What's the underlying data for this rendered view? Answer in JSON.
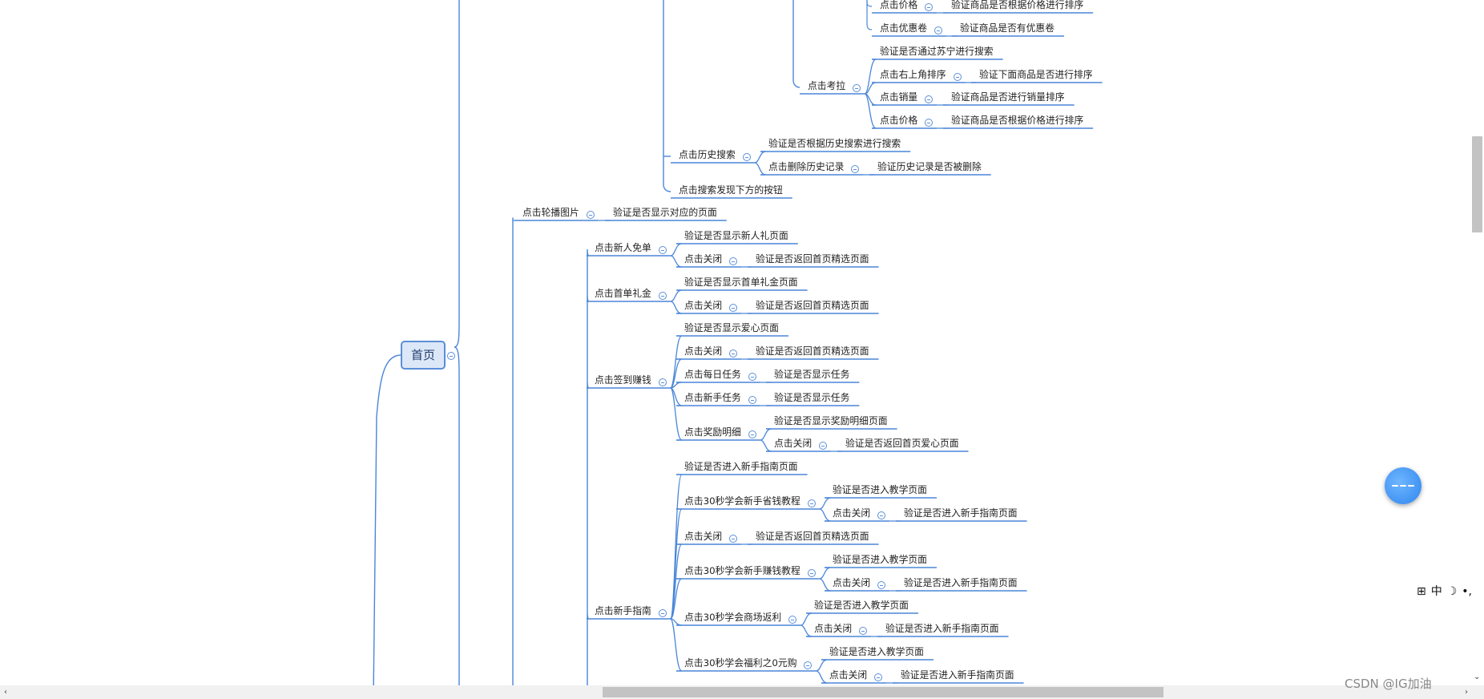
{
  "mindmap": {
    "root": {
      "id": "r",
      "label": "首页"
    },
    "nodes": [
      {
        "id": "n1",
        "label": "点击价格"
      },
      {
        "id": "n2",
        "label": "验证商品是否根据价格进行排序"
      },
      {
        "id": "n3",
        "label": "点击优惠卷"
      },
      {
        "id": "n4",
        "label": "验证商品是否有优惠卷"
      },
      {
        "id": "n5",
        "label": "点击考拉"
      },
      {
        "id": "n6",
        "label": "验证是否通过苏宁进行搜索"
      },
      {
        "id": "n7",
        "label": "点击右上角排序"
      },
      {
        "id": "n8",
        "label": "验证下面商品是否进行排序"
      },
      {
        "id": "n9",
        "label": "点击销量"
      },
      {
        "id": "n10",
        "label": "验证商品是否进行销量排序"
      },
      {
        "id": "n11",
        "label": "点击价格"
      },
      {
        "id": "n12",
        "label": "验证商品是否根据价格进行排序"
      },
      {
        "id": "n13",
        "label": "点击历史搜索"
      },
      {
        "id": "n14",
        "label": "验证是否根据历史搜索进行搜索"
      },
      {
        "id": "n15",
        "label": "点击删除历史记录"
      },
      {
        "id": "n16",
        "label": "验证历史记录是否被删除"
      },
      {
        "id": "n17",
        "label": "点击搜索发现下方的按钮"
      },
      {
        "id": "n18",
        "label": "点击轮播图片"
      },
      {
        "id": "n19",
        "label": "验证是否显示对应的页面"
      },
      {
        "id": "n20",
        "label": "点击新人免单"
      },
      {
        "id": "n21",
        "label": "验证是否显示新人礼页面"
      },
      {
        "id": "n22",
        "label": "点击关闭"
      },
      {
        "id": "n23",
        "label": "验证是否返回首页精选页面"
      },
      {
        "id": "n24",
        "label": "点击首单礼金"
      },
      {
        "id": "n25",
        "label": "验证是否显示首单礼金页面"
      },
      {
        "id": "n26",
        "label": "点击关闭"
      },
      {
        "id": "n27",
        "label": "验证是否返回首页精选页面"
      },
      {
        "id": "n28",
        "label": "点击签到赚钱"
      },
      {
        "id": "n29",
        "label": "验证是否显示爱心页面"
      },
      {
        "id": "n30",
        "label": "点击关闭"
      },
      {
        "id": "n31",
        "label": "验证是否返回首页精选页面"
      },
      {
        "id": "n32",
        "label": "点击每日任务"
      },
      {
        "id": "n33",
        "label": "验证是否显示任务"
      },
      {
        "id": "n34",
        "label": "点击新手任务"
      },
      {
        "id": "n35",
        "label": "验证是否显示任务"
      },
      {
        "id": "n36",
        "label": "点击奖励明细"
      },
      {
        "id": "n37",
        "label": "验证是否显示奖励明细页面"
      },
      {
        "id": "n38",
        "label": "点击关闭"
      },
      {
        "id": "n39",
        "label": "验证是否返回首页爱心页面"
      },
      {
        "id": "n40",
        "label": "点击新手指南"
      },
      {
        "id": "n41",
        "label": "验证是否进入新手指南页面"
      },
      {
        "id": "n42",
        "label": "点击30秒学会新手省钱教程"
      },
      {
        "id": "n43",
        "label": "验证是否进入教学页面"
      },
      {
        "id": "n44",
        "label": "点击关闭"
      },
      {
        "id": "n45",
        "label": "验证是否进入新手指南页面"
      },
      {
        "id": "n46",
        "label": "点击关闭"
      },
      {
        "id": "n47",
        "label": "验证是否返回首页精选页面"
      },
      {
        "id": "n48",
        "label": "点击30秒学会新手赚钱教程"
      },
      {
        "id": "n49",
        "label": "验证是否进入教学页面"
      },
      {
        "id": "n50",
        "label": "点击关闭"
      },
      {
        "id": "n51",
        "label": "验证是否进入新手指南页面"
      },
      {
        "id": "n52",
        "label": "点击30秒学会商场返利"
      },
      {
        "id": "n53",
        "label": "验证是否进入教学页面"
      },
      {
        "id": "n54",
        "label": "点击关闭"
      },
      {
        "id": "n55",
        "label": "验证是否进入新手指南页面"
      },
      {
        "id": "n56",
        "label": "点击30秒学会福利之0元购"
      },
      {
        "id": "n57",
        "label": "验证是否进入教学页面"
      },
      {
        "id": "n58",
        "label": "点击关闭"
      },
      {
        "id": "n59",
        "label": "验证是否进入新手指南页面"
      }
    ]
  },
  "ime_toolbar": {
    "layout_glyph": "⊞",
    "mode_label": "中",
    "moon_glyph": "☽",
    "punct_glyph": "•,"
  },
  "floating_button": {
    "icon": "dash-circle-icon"
  },
  "watermark": "CSDN @IG加油",
  "colors": {
    "line": "#4a86d8",
    "root_fill": "#dce8f7",
    "root_border": "#5b8fd8",
    "text": "#222222",
    "accent": "#2f86ee"
  }
}
